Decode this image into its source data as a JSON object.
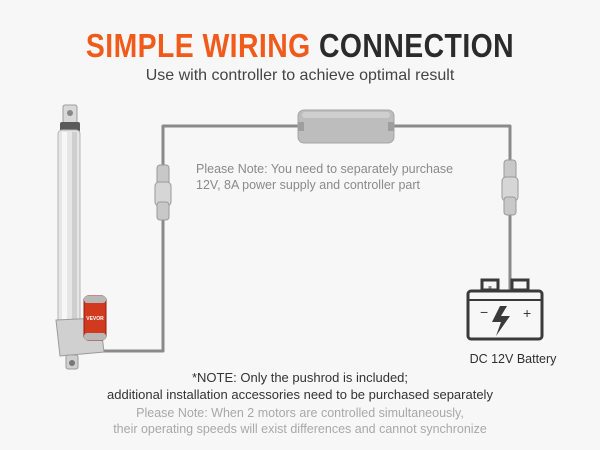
{
  "header": {
    "title_accent": "SIMPLE WIRING",
    "title_rest": "CONNECTION",
    "subtitle": "Use with controller to achieve optimal result"
  },
  "actuator": {
    "brand": "VEVOR"
  },
  "notes": {
    "purchase_line1": "Please Note: You need to separately purchase",
    "purchase_line2": "12V, 8A power supply and controller part",
    "pushrod_line1": "*NOTE: Only the pushrod is included;",
    "pushrod_line2": "additional installation accessories need to be purchased separately",
    "motors_line1": "Please Note: When 2 motors are controlled simultaneously,",
    "motors_line2": "their operating speeds will exist differences and cannot synchronize"
  },
  "battery": {
    "label": "DC 12V Battery"
  },
  "colors": {
    "accent": "#f05a1a",
    "wire": "#8a8a8a",
    "controller": "#b9b9b9",
    "battery_stroke": "#3a3a3a"
  }
}
